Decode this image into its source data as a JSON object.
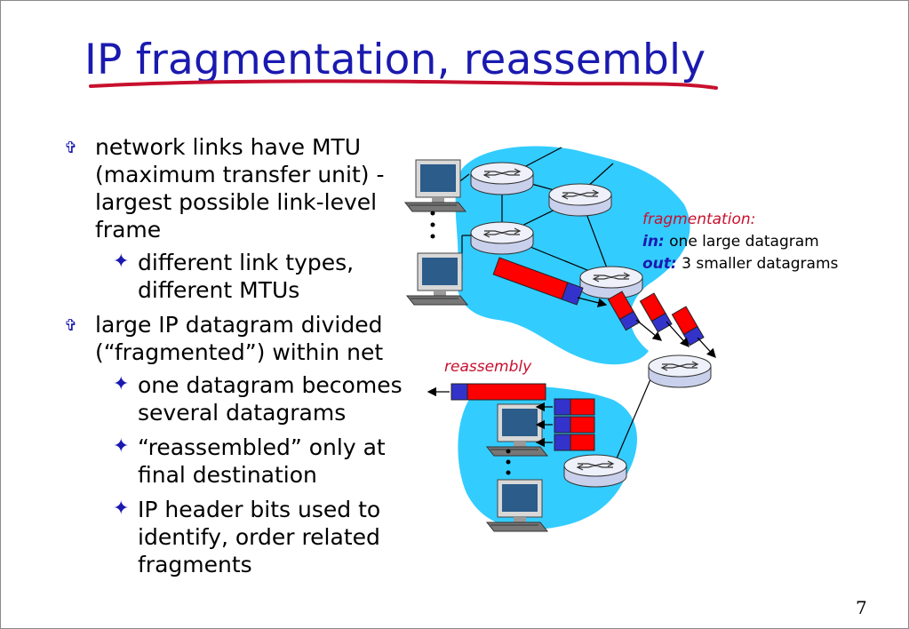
{
  "title": "IP fragmentation, reassembly",
  "bullets": [
    {
      "text": "network links have MTU (maximum transfer unit) - largest possible link-level frame",
      "sub": [
        "different link types, different MTUs"
      ]
    },
    {
      "text": "large IP datagram divided (“fragmented”) within net",
      "sub": [
        "one datagram becomes several datagrams",
        "“reassembled” only at final destination",
        "IP header bits used to identify, order related fragments"
      ]
    }
  ],
  "diagram": {
    "fragmentation_title": "fragmentation:",
    "in_key": "in:",
    "in_text": " one large datagram",
    "out_key": "out:",
    "out_text": " 3 smaller datagrams",
    "reassembly_label": "reassembly",
    "colors": {
      "cloud": "#33ccff",
      "fragment_data": "#ff0000",
      "fragment_header": "#3333cc",
      "router": "#d6dcf2"
    }
  },
  "page_number": "7"
}
